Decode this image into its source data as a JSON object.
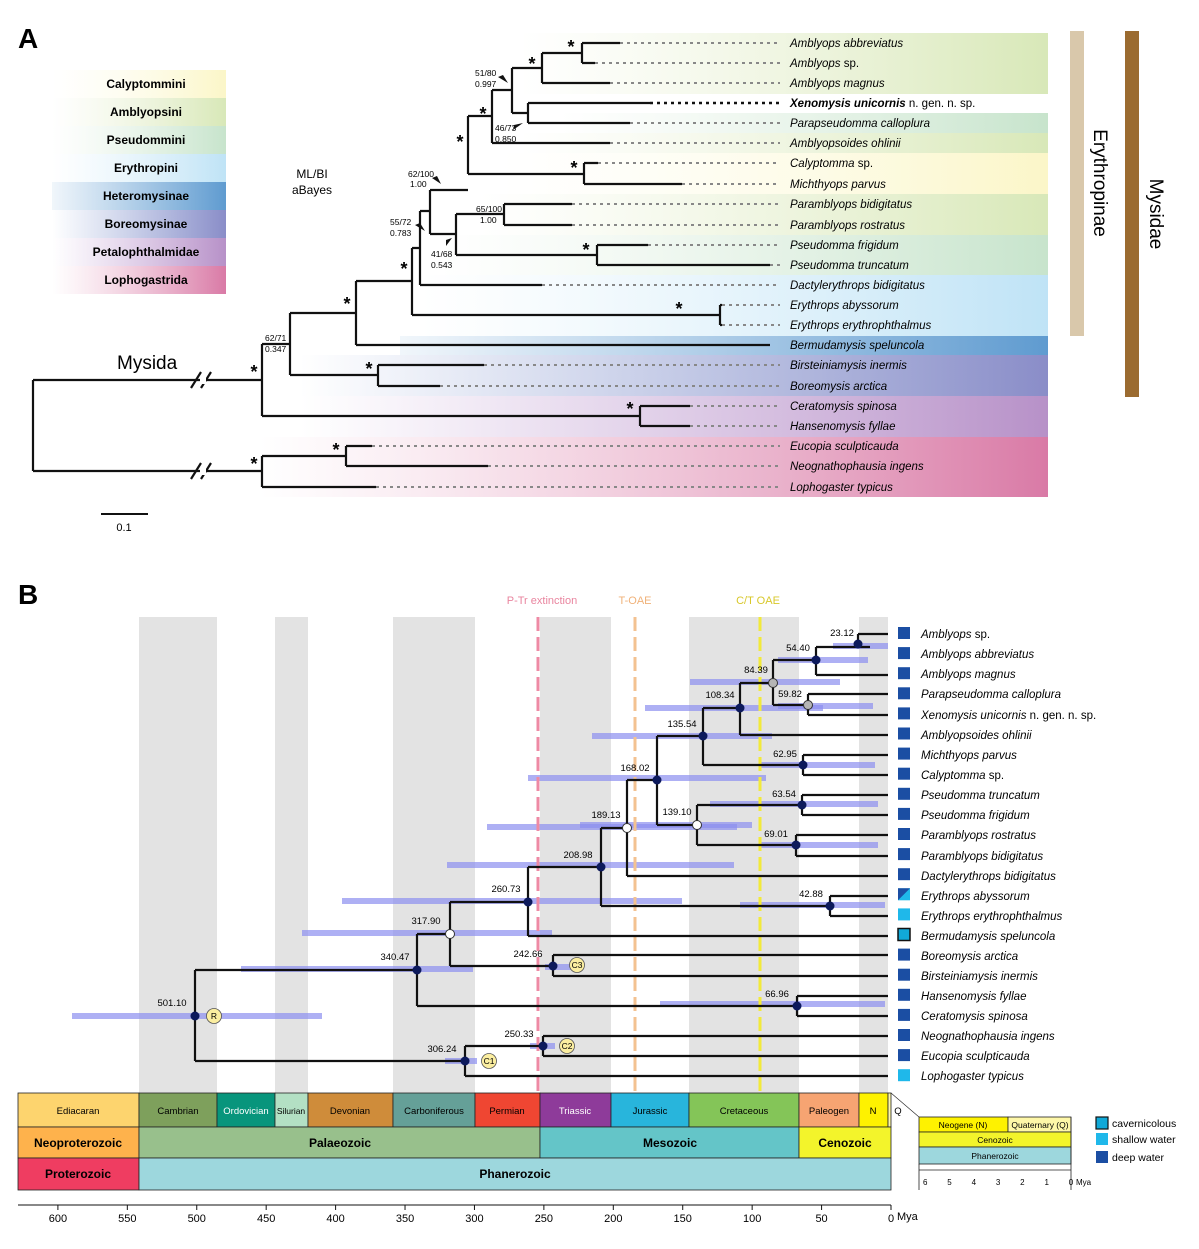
{
  "panelA": {
    "label": "A",
    "method": [
      "ML/BI",
      "aBayes"
    ],
    "outgroup_label": "Mysida",
    "scale": "0.1",
    "clade_bars": [
      "Erythropinae",
      "Mysidae"
    ],
    "legend": [
      "Calyptommini",
      "Amblyopsini",
      "Pseudommini",
      "Erythropini",
      "Heteromysinae",
      "Boreomysinae",
      "Petalophthalmidae",
      "Lophogastrida"
    ],
    "taxa": [
      {
        "name": "Amblyops abbreviatus",
        "suffix": ""
      },
      {
        "name": "Amblyops",
        "suffix": " sp."
      },
      {
        "name": "Amblyops magnus",
        "suffix": ""
      },
      {
        "name": "Xenomysis unicornis",
        "suffix": " n. gen. n. sp."
      },
      {
        "name": "Parapseudomma calloplura",
        "suffix": ""
      },
      {
        "name": "Amblyopsoides ohlinii",
        "suffix": ""
      },
      {
        "name": "Calyptomma",
        "suffix": " sp."
      },
      {
        "name": "Michthyops parvus",
        "suffix": ""
      },
      {
        "name": "Paramblyops bidigitatus",
        "suffix": ""
      },
      {
        "name": "Paramblyops rostratus",
        "suffix": ""
      },
      {
        "name": "Pseudomma frigidum",
        "suffix": ""
      },
      {
        "name": "Pseudomma truncatum",
        "suffix": ""
      },
      {
        "name": "Dactylerythrops bidigitatus",
        "suffix": ""
      },
      {
        "name": "Erythrops abyssorum",
        "suffix": ""
      },
      {
        "name": "Erythrops erythrophthalmus",
        "suffix": ""
      },
      {
        "name": "Bermudamysis speluncola",
        "suffix": ""
      },
      {
        "name": "Birsteiniamysis inermis",
        "suffix": ""
      },
      {
        "name": "Boreomysis arctica",
        "suffix": ""
      },
      {
        "name": "Ceratomysis spinosa",
        "suffix": ""
      },
      {
        "name": "Hansenomysis fyllae",
        "suffix": ""
      },
      {
        "name": "Eucopia sculpticauda",
        "suffix": ""
      },
      {
        "name": "Neognathophausia ingens",
        "suffix": ""
      },
      {
        "name": "Lophogaster typicus",
        "suffix": ""
      }
    ],
    "supports": [
      {
        "a": "51/80",
        "b": "0.997"
      },
      {
        "a": "46/73",
        "b": "0.850"
      },
      {
        "a": "62/100",
        "b": "1.00"
      },
      {
        "a": "65/100",
        "b": "1.00"
      },
      {
        "a": "55/72",
        "b": "0.783"
      },
      {
        "a": "41/68",
        "b": "0.543"
      },
      {
        "a": "62/71",
        "b": "0.347"
      }
    ],
    "star": "*"
  },
  "panelB": {
    "label": "B",
    "events": [
      "P-Tr extinction",
      "T-OAE",
      "C/T OAE"
    ],
    "taxa": [
      {
        "name": "Amblyops",
        "suffix": " sp.",
        "habitat": "deep"
      },
      {
        "name": "Amblyops abbreviatus",
        "suffix": "",
        "habitat": "deep"
      },
      {
        "name": "Amblyops magnus",
        "suffix": "",
        "habitat": "deep"
      },
      {
        "name": "Parapseudomma calloplura",
        "suffix": "",
        "habitat": "deep"
      },
      {
        "name": "Xenomysis unicornis",
        "suffix": " n. gen. n. sp.",
        "habitat": "deep"
      },
      {
        "name": "Amblyopsoides ohlinii",
        "suffix": "",
        "habitat": "deep"
      },
      {
        "name": "Michthyops parvus",
        "suffix": "",
        "habitat": "deep"
      },
      {
        "name": "Calyptomma",
        "suffix": " sp.",
        "habitat": "deep"
      },
      {
        "name": "Pseudomma truncatum",
        "suffix": "",
        "habitat": "deep"
      },
      {
        "name": "Pseudomma frigidum",
        "suffix": "",
        "habitat": "deep"
      },
      {
        "name": "Paramblyops rostratus",
        "suffix": "",
        "habitat": "deep"
      },
      {
        "name": "Paramblyops bidigitatus",
        "suffix": "",
        "habitat": "deep"
      },
      {
        "name": "Dactylerythrops bidigitatus",
        "suffix": "",
        "habitat": "deep"
      },
      {
        "name": "Erythrops abyssorum",
        "suffix": "",
        "habitat": "mixed"
      },
      {
        "name": "Erythrops erythrophthalmus",
        "suffix": "",
        "habitat": "shallow"
      },
      {
        "name": "Bermudamysis speluncola",
        "suffix": "",
        "habitat": "cave"
      },
      {
        "name": "Boreomysis arctica",
        "suffix": "",
        "habitat": "deep"
      },
      {
        "name": "Birsteiniamysis inermis",
        "suffix": "",
        "habitat": "deep"
      },
      {
        "name": "Hansenomysis fyllae",
        "suffix": "",
        "habitat": "deep"
      },
      {
        "name": "Ceratomysis spinosa",
        "suffix": "",
        "habitat": "deep"
      },
      {
        "name": "Neognathophausia ingens",
        "suffix": "",
        "habitat": "deep"
      },
      {
        "name": "Eucopia sculpticauda",
        "suffix": "",
        "habitat": "deep"
      },
      {
        "name": "Lophogaster typicus",
        "suffix": "",
        "habitat": "shallow"
      }
    ],
    "node_ages": [
      "23.12",
      "54.40",
      "84.39",
      "59.82",
      "108.34",
      "135.54",
      "62.95",
      "168.02",
      "63.54",
      "139.10",
      "189.13",
      "69.01",
      "208.98",
      "260.73",
      "42.88",
      "317.90",
      "340.47",
      "242.66",
      "66.96",
      "501.10",
      "250.33",
      "306.24"
    ],
    "calibrations": [
      "R",
      "C3",
      "C2",
      "C1"
    ],
    "periods": [
      "Ediacaran",
      "Cambrian",
      "Ordovician",
      "Silurian",
      "Devonian",
      "Carboniferous",
      "Permian",
      "Triassic",
      "Jurassic",
      "Cretaceous",
      "Paleogen",
      "N",
      "Q"
    ],
    "eras": [
      "Neoproterozoic",
      "Palaeozoic",
      "Mesozoic",
      "Cenozoic"
    ],
    "eons": [
      "Proterozoic",
      "Phanerozoic"
    ],
    "axis_ticks": [
      "600",
      "550",
      "500",
      "450",
      "400",
      "350",
      "300",
      "250",
      "200",
      "150",
      "100",
      "50",
      "0"
    ],
    "axis_unit": "Mya",
    "inset": {
      "row1": [
        "Neogene (N)",
        "Quaternary (Q)"
      ],
      "row2": "Cenozoic",
      "row3": "Phanerozoic",
      "ticks": [
        "6",
        "5",
        "4",
        "3",
        "2",
        "1",
        "0"
      ],
      "unit": "Mya"
    },
    "habitat_legend": [
      {
        "key": "cave",
        "label": "cavernicolous"
      },
      {
        "key": "shallow",
        "label": "shallow water"
      },
      {
        "key": "deep",
        "label": "deep water"
      }
    ],
    "colors": {
      "deep": "#1b4ea3",
      "shallow": "#1fb8ea",
      "cave": "#11a9d8",
      "hpd": "#8c8ff0",
      "node": "#0d1a5c",
      "ptr": "#ee8aa4",
      "toae": "#f3c291",
      "ctoae": "#f2ea3a"
    }
  }
}
